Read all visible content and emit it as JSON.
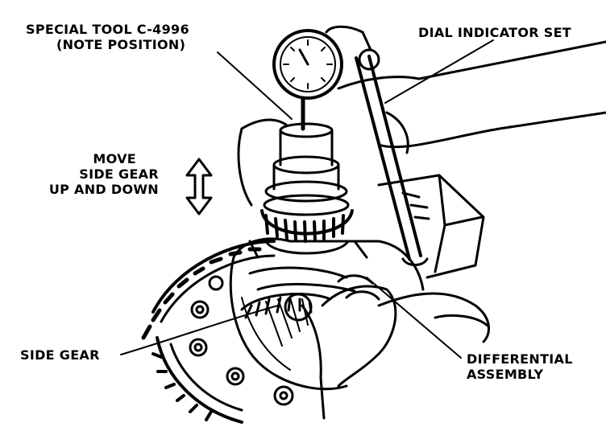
{
  "labels": {
    "special_tool_line1": "SPECIAL TOOL C-4996",
    "special_tool_line2": "(NOTE POSITION)",
    "dial_indicator": "DIAL INDICATOR SET",
    "move_line1": "MOVE",
    "move_line2": "SIDE GEAR",
    "move_line3": "UP AND DOWN",
    "side_gear": "SIDE GEAR",
    "differential_line1": "DIFFERENTIAL",
    "differential_line2": "ASSEMBLY"
  },
  "colors": {
    "ink": "#000000",
    "paper": "#ffffff"
  }
}
